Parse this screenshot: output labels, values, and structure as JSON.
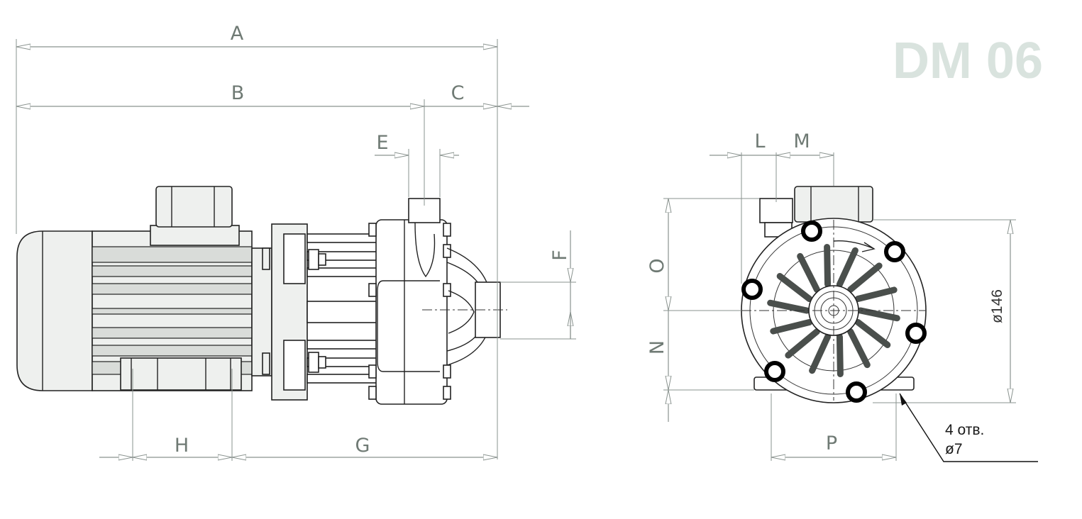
{
  "model": {
    "title": "DM 06",
    "color": "#d9e3de"
  },
  "side_view": {
    "dims": {
      "a": "A",
      "b": "B",
      "c": "C",
      "e": "E",
      "f": "F",
      "g": "G",
      "h": "H"
    }
  },
  "front_view": {
    "dims": {
      "l": "L",
      "m": "M",
      "o": "O",
      "n": "N",
      "p": "P"
    },
    "diameter": "ø146",
    "holes_note": {
      "line1": "4 отв.",
      "line2": "ø7"
    }
  }
}
